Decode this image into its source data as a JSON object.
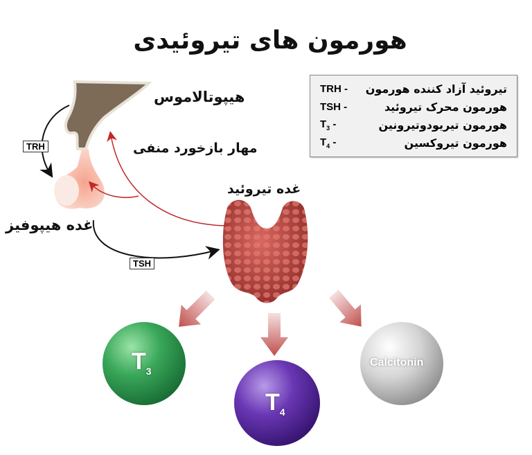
{
  "title": "هورمون های تیروئیدی",
  "labels": {
    "hypothalamus": "هیپوتالاموس",
    "negative_feedback": "مهار بازخورد منفی",
    "pituitary": "غده هیپوفیز",
    "thyroid": "غده تیروئید"
  },
  "tags": {
    "trh": "TRH",
    "tsh": "TSH"
  },
  "legend": [
    {
      "abbr": "TRH",
      "sub": "",
      "desc": "تیروئید آزاد کننده هورمون"
    },
    {
      "abbr": "TSH",
      "sub": "",
      "desc": "هورمون محرک تیروئید"
    },
    {
      "abbr": "T",
      "sub": "3",
      "desc": "هورمون تیریودوتیرونین"
    },
    {
      "abbr": "T",
      "sub": "4",
      "desc": "هورمون تیروکسین"
    }
  ],
  "hormones": {
    "t3": {
      "main": "T",
      "sub": "3",
      "color": "#2e9e4f"
    },
    "t4": {
      "main": "T",
      "sub": "4",
      "color": "#5a2aa0"
    },
    "calcitonin": {
      "main": "Calcitonin",
      "color": "#c8c8c8"
    }
  }
}
